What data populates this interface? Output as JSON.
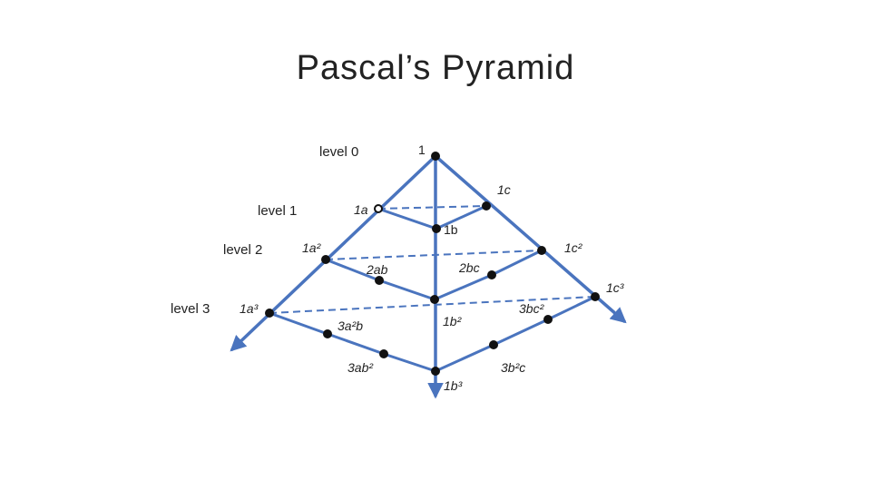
{
  "title": "Pascal’s Pyramid",
  "colors": {
    "edge": "#4a74be",
    "node": "#111111",
    "text": "#222222"
  },
  "levels": [
    "level 0",
    "level 1",
    "level 2",
    "level 3"
  ],
  "terms": {
    "apex": "1",
    "l1_a": "1a",
    "l1_b": "1b",
    "l1_c": "1c",
    "l2_a2": "1a²",
    "l2_ab": "2ab",
    "l2_bc": "2bc",
    "l2_c2": "1c²",
    "l2_b2": "1b²",
    "l3_a3": "1a³",
    "l3_a2b": "3a²b",
    "l3_ab2": "3ab²",
    "l3_b3": "1b³",
    "l3_b2c": "3b²c",
    "l3_bc2": "3bc²",
    "l3_c3": "1c³"
  }
}
